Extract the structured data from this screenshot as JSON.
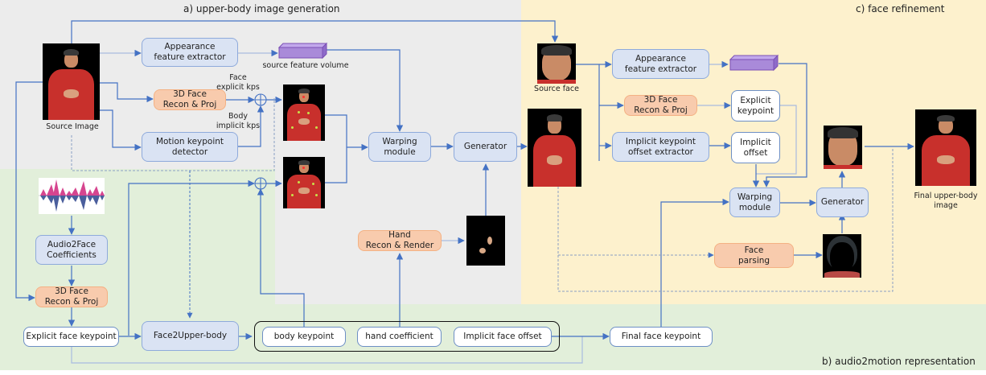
{
  "regions": {
    "a": {
      "title": "a) upper-body image generation",
      "color": "#ececec"
    },
    "b": {
      "title": "b) audio2motion representation",
      "color": "#e2efda"
    },
    "c": {
      "title": "c) face refinement",
      "color": "#fdf1cd"
    }
  },
  "colors": {
    "module_fill": "#dae3f3",
    "module_border": "#8eaadb",
    "recon_fill": "#f8cbad",
    "recon_border": "#f4b183",
    "arrow": "#4472c4",
    "feature_volume": "#a98ad9"
  },
  "section_a": {
    "source_image_label": "Source Image",
    "appearance_extractor": "Appearance\nfeature extractor",
    "source_feature_volume": "source feature volume",
    "face_recon": "3D Face\nRecon & Proj",
    "face_explicit_kps": "Face\nexplicit kps",
    "body_implicit_kps": "Body\nimplicit kps",
    "motion_detector": "Motion keypoint\ndetector",
    "warping": "Warping\nmodule",
    "generator": "Generator",
    "hand_recon": "Hand\nRecon & Render"
  },
  "section_b": {
    "audio2face": "Audio2Face\nCoefficients",
    "face_recon": "3D Face\nRecon & Proj",
    "explicit_face_kp": "Explicit face keypoint",
    "face2upper": "Face2Upper-body",
    "body_kp": "body keypoint",
    "hand_coef": "hand coefficient",
    "implicit_face_offset": "Implicit face offset",
    "final_face_kp": "Final face keypoint"
  },
  "section_c": {
    "source_face_label": "Source face",
    "appearance_extractor": "Appearance\nfeature extractor",
    "face_recon": "3D Face\nRecon & Proj",
    "explicit_kp": "Explicit\nkeypoint",
    "implicit_extractor": "Implicit keypoint\noffset extractor",
    "implicit_offset": "Implicit\noffset",
    "warping": "Warping\nmodule",
    "generator": "Generator",
    "face_parsing": "Face\nparsing",
    "final_label": "Final upper-body\nimage"
  }
}
